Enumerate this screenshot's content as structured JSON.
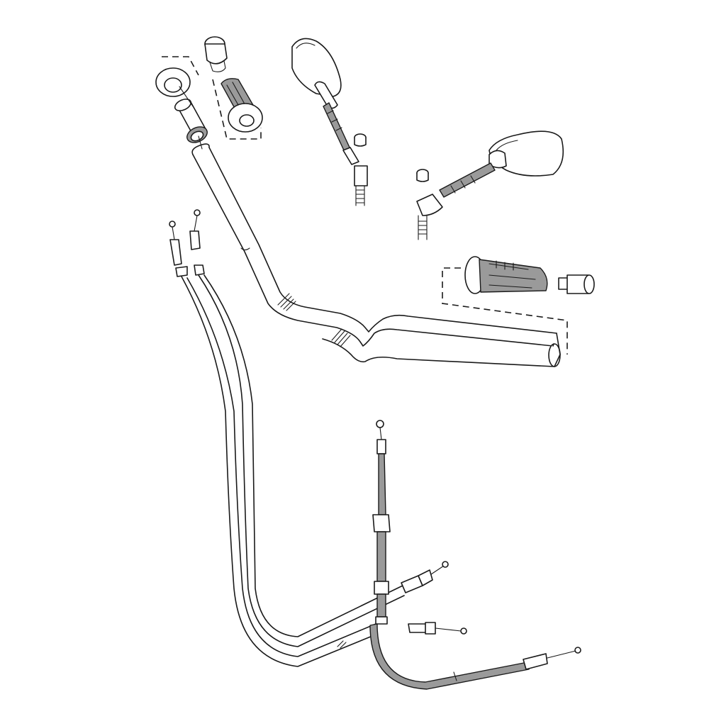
{
  "diagram": {
    "colors": {
      "background": "#ffffff",
      "line": "#1a1a1a",
      "shade": "#9a9a9a"
    },
    "parts": [
      "handlebar",
      "left-grip-assembly",
      "right-grip-assembly",
      "left-mirror",
      "right-mirror",
      "throttle-cables",
      "clutch-cable",
      "choke-cable"
    ]
  }
}
